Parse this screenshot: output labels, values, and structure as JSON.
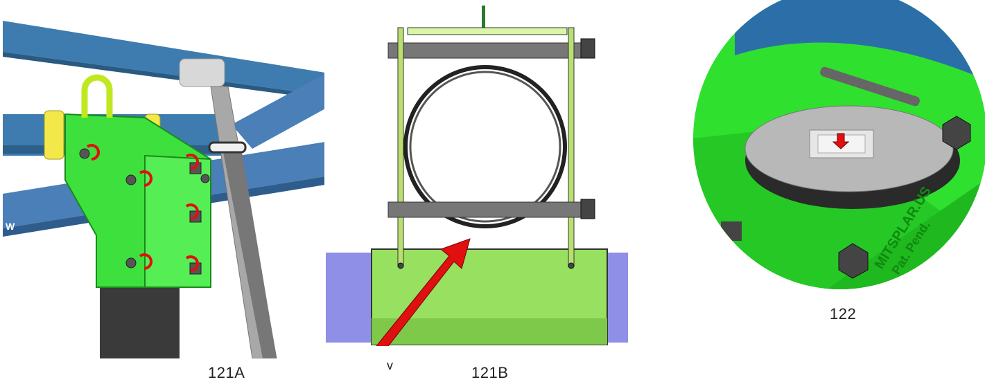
{
  "figures": [
    {
      "label": "121A",
      "description_icon": "bracket-assembly-icon"
    },
    {
      "label": "121B",
      "description_icon": "pipe-clamp-icon"
    },
    {
      "label": "122",
      "description_icon": "plate-detail-icon"
    }
  ],
  "detail_text": {
    "brand": "MITSPLAR.US",
    "patent": "Pat. Pend."
  },
  "beam_marking": "W",
  "arrow_tick": "v",
  "colors": {
    "green": "#33e633",
    "blue_pipe": "#3e7cb0",
    "gray": "#888888",
    "red_arrow": "#e01010"
  }
}
